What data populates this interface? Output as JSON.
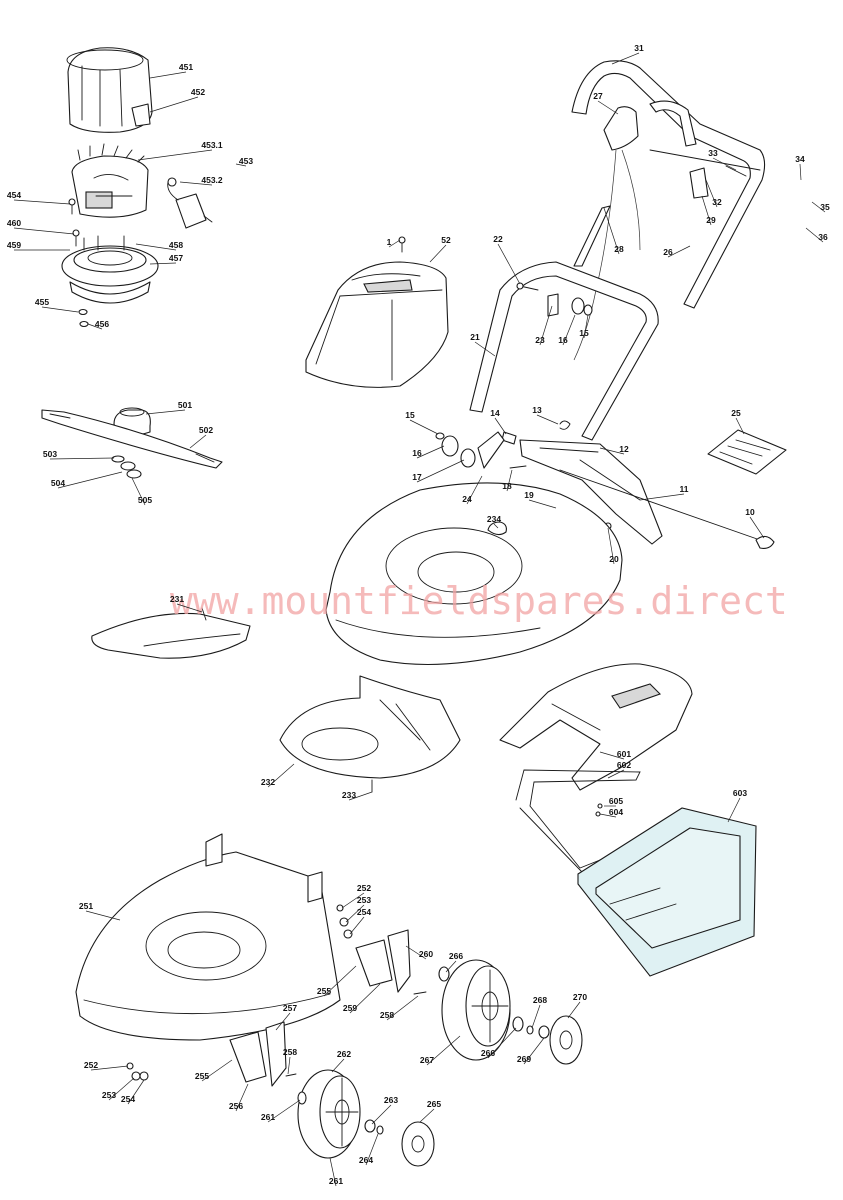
{
  "watermark": "www.mountfieldspares.direct",
  "callouts": [
    {
      "id": "31",
      "label": "31"
    },
    {
      "id": "27",
      "label": "27"
    },
    {
      "id": "33",
      "label": "33"
    },
    {
      "id": "34",
      "label": "34"
    },
    {
      "id": "35",
      "label": "35"
    },
    {
      "id": "36",
      "label": "36"
    },
    {
      "id": "29",
      "label": "29"
    },
    {
      "id": "32",
      "label": "32"
    },
    {
      "id": "28",
      "label": "28"
    },
    {
      "id": "26",
      "label": "26"
    },
    {
      "id": "22",
      "label": "22"
    },
    {
      "id": "23",
      "label": "23"
    },
    {
      "id": "16a",
      "label": "16"
    },
    {
      "id": "15a",
      "label": "15"
    },
    {
      "id": "21",
      "label": "21"
    },
    {
      "id": "1",
      "label": "1"
    },
    {
      "id": "52",
      "label": "52"
    },
    {
      "id": "451",
      "label": "451"
    },
    {
      "id": "452",
      "label": "452"
    },
    {
      "id": "453.1",
      "label": "453.1"
    },
    {
      "id": "453",
      "label": "453"
    },
    {
      "id": "453.2",
      "label": "453.2"
    },
    {
      "id": "454",
      "label": "454"
    },
    {
      "id": "460",
      "label": "460"
    },
    {
      "id": "459",
      "label": "459"
    },
    {
      "id": "458",
      "label": "458"
    },
    {
      "id": "457",
      "label": "457"
    },
    {
      "id": "455",
      "label": "455"
    },
    {
      "id": "456",
      "label": "456"
    },
    {
      "id": "501",
      "label": "501"
    },
    {
      "id": "502",
      "label": "502"
    },
    {
      "id": "503",
      "label": "503"
    },
    {
      "id": "504",
      "label": "504"
    },
    {
      "id": "505",
      "label": "505"
    },
    {
      "id": "15b",
      "label": "15"
    },
    {
      "id": "14",
      "label": "14"
    },
    {
      "id": "13",
      "label": "13"
    },
    {
      "id": "25",
      "label": "25"
    },
    {
      "id": "16b",
      "label": "16"
    },
    {
      "id": "12",
      "label": "12"
    },
    {
      "id": "17",
      "label": "17"
    },
    {
      "id": "11",
      "label": "11"
    },
    {
      "id": "24",
      "label": "24"
    },
    {
      "id": "18",
      "label": "18"
    },
    {
      "id": "19",
      "label": "19"
    },
    {
      "id": "234",
      "label": "234"
    },
    {
      "id": "10",
      "label": "10"
    },
    {
      "id": "20",
      "label": "20"
    },
    {
      "id": "231",
      "label": "231"
    },
    {
      "id": "232",
      "label": "232"
    },
    {
      "id": "233",
      "label": "233"
    },
    {
      "id": "601",
      "label": "601"
    },
    {
      "id": "602",
      "label": "602"
    },
    {
      "id": "603",
      "label": "603"
    },
    {
      "id": "605",
      "label": "605"
    },
    {
      "id": "604",
      "label": "604"
    },
    {
      "id": "251",
      "label": "251"
    },
    {
      "id": "252a",
      "label": "252"
    },
    {
      "id": "253a",
      "label": "253"
    },
    {
      "id": "254a",
      "label": "254"
    },
    {
      "id": "260",
      "label": "260"
    },
    {
      "id": "266a",
      "label": "266"
    },
    {
      "id": "255a",
      "label": "255"
    },
    {
      "id": "259",
      "label": "259"
    },
    {
      "id": "258a",
      "label": "258"
    },
    {
      "id": "268",
      "label": "268"
    },
    {
      "id": "270",
      "label": "270"
    },
    {
      "id": "257",
      "label": "257"
    },
    {
      "id": "258b",
      "label": "258"
    },
    {
      "id": "262",
      "label": "262"
    },
    {
      "id": "267",
      "label": "267"
    },
    {
      "id": "266b",
      "label": "266"
    },
    {
      "id": "269",
      "label": "269"
    },
    {
      "id": "252b",
      "label": "252"
    },
    {
      "id": "255b",
      "label": "255"
    },
    {
      "id": "253b",
      "label": "253"
    },
    {
      "id": "254b",
      "label": "254"
    },
    {
      "id": "256",
      "label": "256"
    },
    {
      "id": "261a",
      "label": "261"
    },
    {
      "id": "263",
      "label": "263"
    },
    {
      "id": "265",
      "label": "265"
    },
    {
      "id": "261b",
      "label": "261"
    },
    {
      "id": "264",
      "label": "264"
    }
  ]
}
